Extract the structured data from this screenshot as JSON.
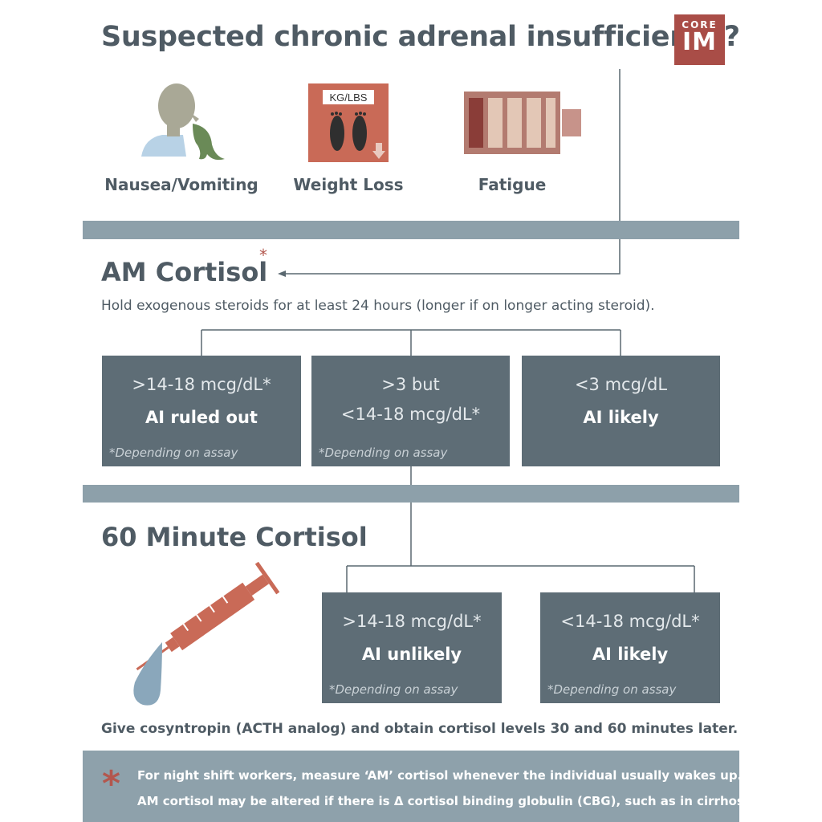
{
  "title": "Suspected chronic adrenal insufficiency?",
  "logo": {
    "line1": "CORE",
    "line2": "IM"
  },
  "symptoms": [
    {
      "label": "Nausea/Vomiting",
      "icon": "person-vomiting-icon"
    },
    {
      "label": "Weight Loss",
      "icon": "weight-scale-icon"
    },
    {
      "label": "Fatigue",
      "icon": "low-battery-icon"
    }
  ],
  "scale_label": "KG/LBS",
  "am_cortisol": {
    "heading": "AM Cortisol",
    "asterisk": "*",
    "instruction": "Hold exogenous steroids for at least 24 hours (longer if on longer acting steroid).",
    "boxes": [
      {
        "range": ">14-18 mcg/dL*",
        "result": "AI ruled out",
        "note": "*Depending on assay"
      },
      {
        "range_line1": ">3 but",
        "range_line2": "<14-18 mcg/dL*",
        "note": "*Depending on assay"
      },
      {
        "range": "<3 mcg/dL",
        "result": "AI likely"
      }
    ]
  },
  "sixty_min": {
    "heading": "60 Minute Cortisol",
    "boxes": [
      {
        "range": ">14-18 mcg/dL*",
        "result": "AI unlikely",
        "note": "*Depending on assay"
      },
      {
        "range": "<14-18 mcg/dL*",
        "result": "AI likely",
        "note": "*Depending on assay"
      }
    ],
    "instruction": "Give cosyntropin (ACTH analog) and obtain cortisol levels 30 and 60 minutes later."
  },
  "footer": {
    "star": "*",
    "line1": "For night shift workers, measure ‘AM’ cortisol whenever the individual usually wakes up.",
    "line2": "AM cortisol may be altered if there is Δ cortisol binding globulin (CBG), such as in cirrhosis."
  },
  "colors": {
    "slate": "#5e6d76",
    "band": "#8da0aa",
    "accent_red": "#a94d47",
    "syringe": "#c96a57",
    "text": "#4f5b64"
  }
}
